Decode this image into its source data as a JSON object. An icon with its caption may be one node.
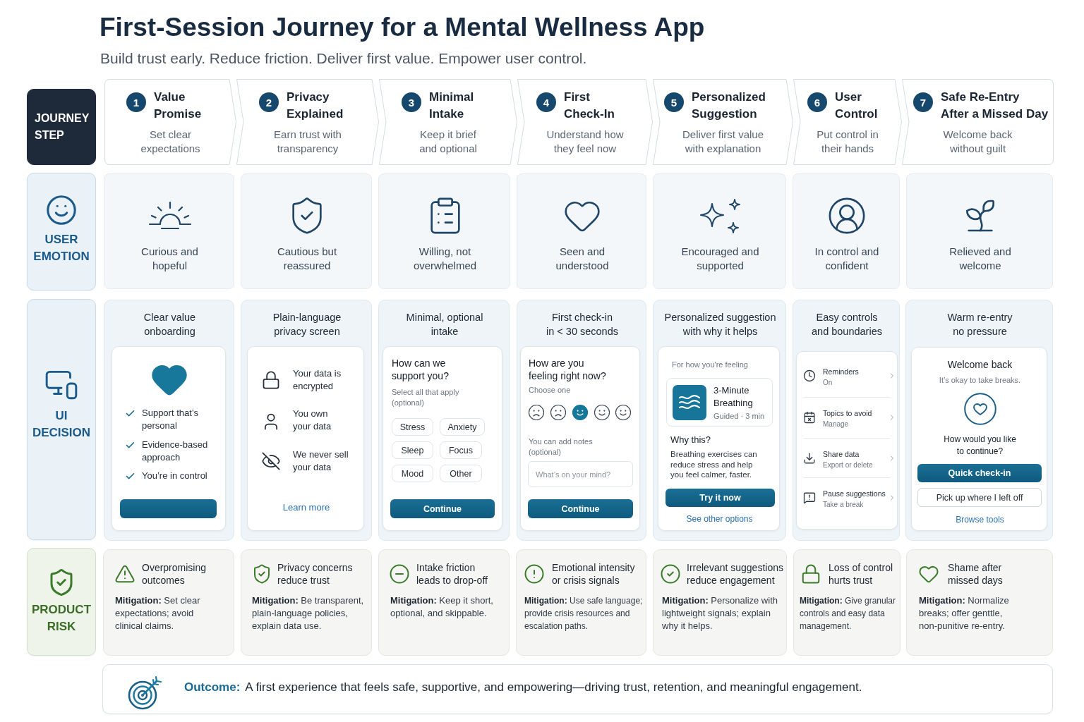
{
  "diagram": {
    "title": "First-Session Journey for a Mental Wellness App",
    "nodes": [
      {
        "text": [
          "JOURNEY STEP"
        ]
      },
      {
        "text": [
          "Value Promise",
          "Set clear expectations"
        ]
      },
      {
        "text": [
          "1"
        ],
        "in": 1
      },
      {
        "text": [
          "Privacy Explained",
          "Earn trust with transparency"
        ]
      },
      {
        "text": [
          "2"
        ],
        "in": 3
      },
      {
        "text": [
          "Minimal Intake",
          "Keep it brief and optional"
        ]
      },
      {
        "text": [
          "3"
        ],
        "in": 5
      },
      {
        "text": [
          "First Check-In",
          "Understand how they feel now"
        ]
      },
      {
        "text": [
          "4"
        ],
        "in": 7
      },
      {
        "text": [
          "Personalized Suggestion",
          "Deliver first value with explanation"
        ]
      },
      {
        "text": [
          "5"
        ],
        "in": 9
      },
      {
        "text": [
          "User Control",
          "Put control in their hands"
        ]
      },
      {
        "text": [
          "6"
        ],
        "in": 11
      },
      {
        "text": [
          "Safe Re-Entry After a Missed Day",
          "Welcome back without guilt"
        ]
      },
      {
        "text": [
          "7"
        ],
        "in": 13
      },
      {
        "text": [
          "USER EMOTION"
        ]
      },
      {
        "text": [
          "Curious and hopeful"
        ]
      },
      {
        "text": [
          "Cautious but reassured"
        ]
      },
      {
        "text": [
          "Willing, not overwhelmed"
        ]
      },
      {
        "text": [
          "Seen and understood"
        ]
      },
      {
        "text": [
          "Encouraged and supported"
        ]
      },
      {
        "text": [
          "In control and confident"
        ]
      },
      {
        "text": [
          "Relieved and welcome"
        ]
      },
      {
        "text": [
          "UI DECISION"
        ]
      },
      {
        "text": [
          "Clear value onboarding"
        ]
      },
      {
        "text": [
          "Support that’s personal",
          "Evidence-based approach",
          "You’re in control"
        ],
        "in": 24
      },
      {
        "text": [],
        "shape": "bar",
        "in": 25
      },
      {
        "text": [
          "Plain-language privacy screen"
        ]
      },
      {
        "text": [
          "Your data is encrypted",
          "You own your data",
          "We never sell your data",
          "Learn more"
        ],
        "in": 27
      },
      {
        "text": [
          "Minimal, optional intake"
        ]
      },
      {
        "text": [
          "How can we support you?",
          "Select all that apply (optional)"
        ],
        "in": 29
      },
      {
        "text": [
          "Stress"
        ],
        "in": 30
      },
      {
        "text": [
          "Anxiety"
        ],
        "in": 30
      },
      {
        "text": [
          "Sleep"
        ],
        "in": 30
      },
      {
        "text": [
          "Focus"
        ],
        "in": 30
      },
      {
        "text": [
          "Mood"
        ],
        "in": 30
      },
      {
        "text": [
          "Other"
        ],
        "in": 30
      },
      {
        "text": [
          "Continue"
        ],
        "in": 30
      },
      {
        "text": [
          "First check-in in < 30 seconds"
        ]
      },
      {
        "text": [
          "How are you feeling right now?",
          "Choose one",
          "You can add notes (optional)"
        ],
        "in": 38
      },
      {
        "text": [
          "What’s on your mind?"
        ],
        "in": 39
      },
      {
        "text": [
          "Continue"
        ],
        "in": 39
      },
      {
        "text": [
          "Personalized suggestion with why it helps"
        ]
      },
      {
        "text": [
          "For how you're feeling",
          "Why this?",
          "Breathing exercises can reduce stress and help you feel calmer, faster.",
          "See other options"
        ],
        "in": 42
      },
      {
        "text": [
          "3-Minute Breathing",
          "Guided · 3 min"
        ],
        "in": 43
      },
      {
        "text": [
          "Try it now"
        ],
        "in": 43
      },
      {
        "text": [
          "Easy controls and boundaries"
        ]
      },
      {
        "text": [
          "Reminders",
          "On",
          "Topics to avoid",
          "Manage",
          "Share data",
          "Export or delete",
          "Pause suggestions",
          "Take a break"
        ],
        "in": 46
      },
      {
        "text": [
          "Warm re-entry no pressure"
        ]
      },
      {
        "text": [
          "Welcome back",
          "It’s okay to take breaks.",
          "How would you like to continue?",
          "Browse tools"
        ],
        "in": 48
      },
      {
        "text": [
          "Quick check-in"
        ],
        "in": 49
      },
      {
        "text": [
          "Pick up where I left off"
        ],
        "in": 49
      },
      {
        "text": [
          "PRODUCT RISK"
        ]
      },
      {
        "text": [
          "Overpromising outcomes",
          "**Mitigation:** Set clear expectations; avoid clinical claims."
        ]
      },
      {
        "text": [
          "Privacy concerns reduce trust",
          "**Mitigation:** Be transparent, plain-language policies, explain data use."
        ]
      },
      {
        "text": [
          "Intake friction leads to drop-off",
          "**Mitigation:** Keep it short, optional, and skippable."
        ]
      },
      {
        "text": [
          "Emotional intensity or crisis signals",
          "**Mitigation:** Use safe language; provide crisis resources and escalation paths."
        ]
      },
      {
        "text": [
          "Irrelevant suggestions reduce engagement",
          "**Mitigation:** Personalize with lightweight signals; explain why it helps."
        ]
      },
      {
        "text": [
          "Loss of control hurts trust",
          "**Mitigation:** Give granular controls and easy data management."
        ]
      },
      {
        "text": [
          "Shame after missed days",
          "**Mitigation:** Normalize breaks; offer genttle, non-punitive re-entry."
        ]
      },
      {
        "text": [
          "Outcome:",
          "A first experience that feels safe, supportive, and empowering—driving trust, retention, and meaningful engagement."
        ]
      }
    ],
    "labels": [
      "Build trust early. Reduce friction. Deliver first value. Empower user control."
    ]
  }
}
